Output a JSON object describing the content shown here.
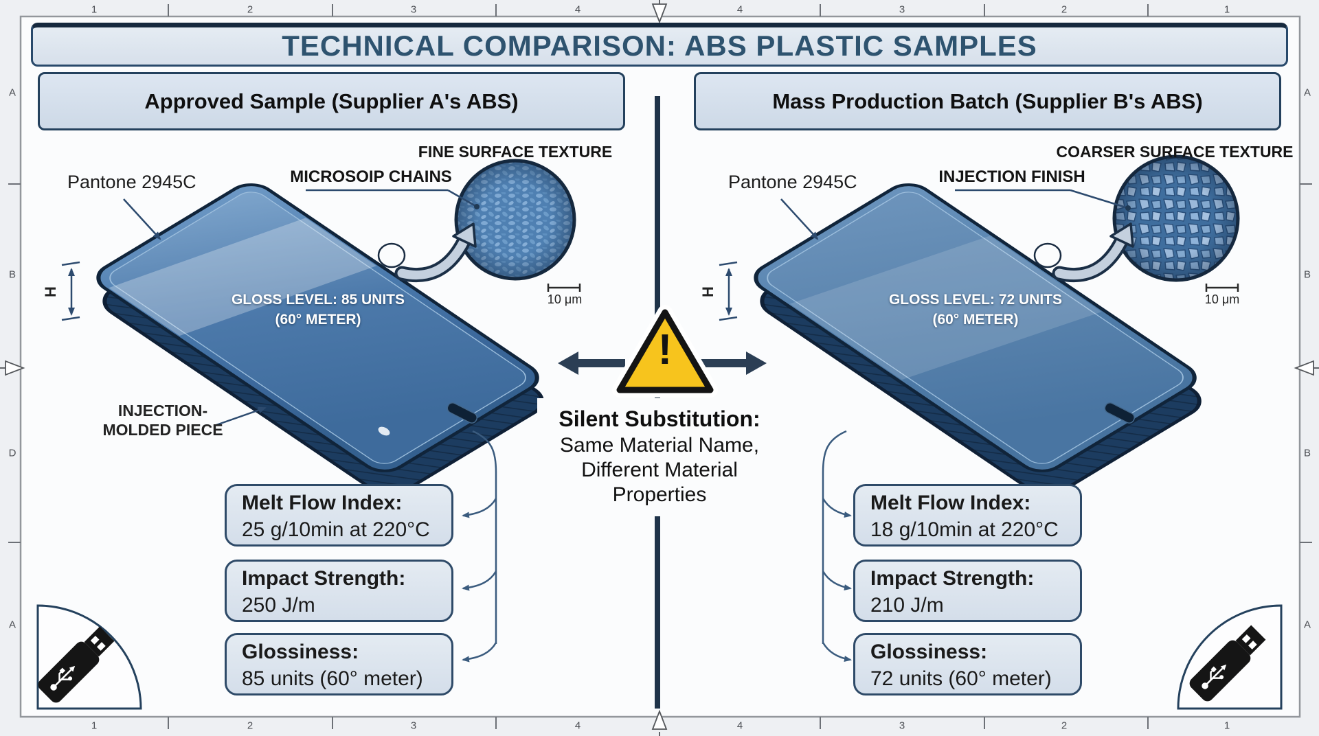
{
  "title": "TECHNICAL COMPARISON: ABS PLASTIC SAMPLES",
  "frame": {
    "top_ruler": [
      "1",
      "2",
      "3",
      "4",
      "4",
      "3",
      "2",
      "1"
    ],
    "bottom_ruler": [
      "1",
      "2",
      "3",
      "4",
      "4",
      "3",
      "2",
      "1"
    ],
    "left_ruler": [
      "A",
      "B",
      "D",
      "A"
    ],
    "right_ruler": [
      "A",
      "B",
      "B",
      "A"
    ]
  },
  "left_panel": {
    "header": "Approved Sample (Supplier A's ABS)",
    "pantone_label": "Pantone 2945C",
    "callout_label": "MICROSOIP CHAINS",
    "texture_caption": "FINE SURFACE TEXTURE",
    "gloss_line1": "GLOSS LEVEL: 85 UNITS",
    "gloss_line2": "(60° METER)",
    "molded_line1": "INJECTION-",
    "molded_line2": "MOLDED PIECE",
    "height_label": "H",
    "scale_label": "10 μm",
    "specs": [
      {
        "label": "Melt Flow Index:",
        "value": "25 g/10min at 220°C"
      },
      {
        "label": "Impact Strength:",
        "value": "250 J/m"
      },
      {
        "label": "Glossiness:",
        "value": "85 units (60° meter)"
      }
    ]
  },
  "right_panel": {
    "header": "Mass Production Batch (Supplier B's ABS)",
    "pantone_label": "Pantone 2945C",
    "callout_label": "INJECTION FINISH",
    "texture_caption": "COARSER SURFACE TEXTURE",
    "gloss_line1": "GLOSS LEVEL: 72 UNITS",
    "gloss_line2": "(60° METER)",
    "height_label": "H",
    "scale_label": "10 μm",
    "specs": [
      {
        "label": "Melt Flow Index:",
        "value": "18 g/10min at 220°C"
      },
      {
        "label": "Impact Strength:",
        "value": "210 J/m"
      },
      {
        "label": "Glossiness:",
        "value": "72 units (60° meter)"
      }
    ]
  },
  "center": {
    "heading": "Silent Substitution:",
    "line1": "Same Material Name,",
    "line2": "Different Material",
    "line3": "Properties",
    "warning_glyph": "!"
  },
  "colors": {
    "accent_navy": "#24415d",
    "panel_header_fill": "#d7e1ec",
    "spec_box_fill": "#dde4ed",
    "phone_blue": "#4b7bac",
    "warning_yellow": "#f7c41d",
    "title_text": "#2e536f"
  }
}
